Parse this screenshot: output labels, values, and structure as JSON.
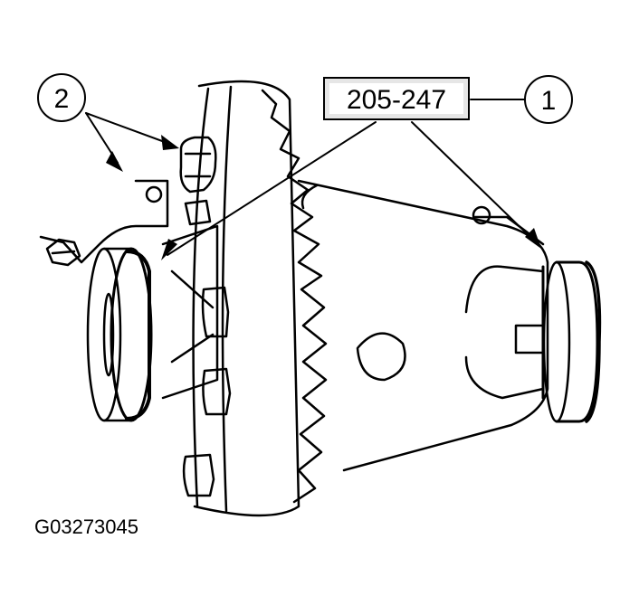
{
  "figure": {
    "figure_id": "G03273045",
    "callouts": [
      {
        "number": "1"
      },
      {
        "number": "2"
      }
    ],
    "tool_label": "205-247",
    "colors": {
      "line": "#000000",
      "background": "#ffffff",
      "label_box": "#e6e6e6"
    }
  }
}
